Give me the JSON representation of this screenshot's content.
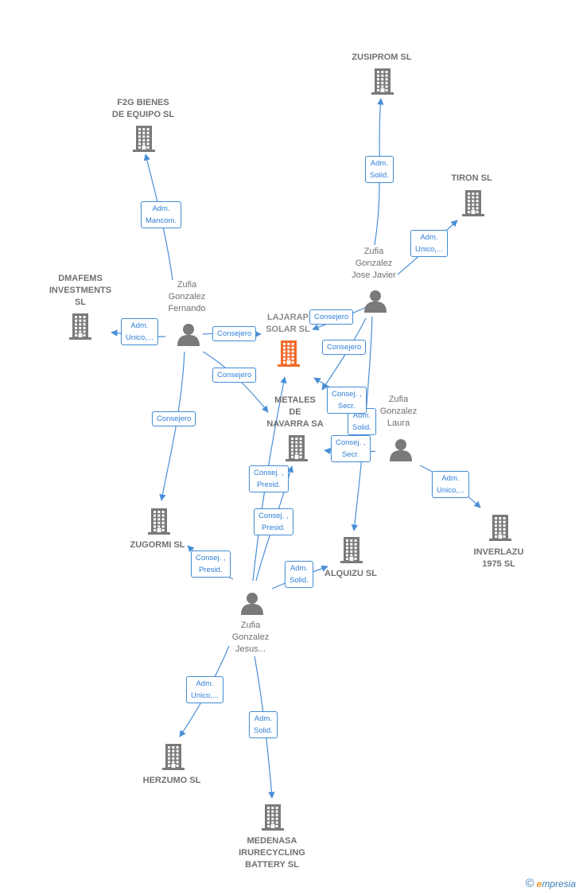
{
  "colors": {
    "edge": "#4a8fd6",
    "node_company": "#7a7a7a",
    "node_person": "#7a7a7a",
    "node_main": "#f26b2b",
    "edge_label_text": "#2f7fd8"
  },
  "nodes": [
    {
      "id": "zusiprom",
      "type": "company",
      "label": "ZUSIPROM  SL",
      "icon": "building-icon"
    },
    {
      "id": "f2g",
      "type": "company",
      "label": "F2G BIENES\nDE EQUIPO  SL",
      "icon": "building-icon"
    },
    {
      "id": "tiron",
      "type": "company",
      "label": "TIRON  SL",
      "icon": "building-icon"
    },
    {
      "id": "dmafems",
      "type": "company",
      "label": "DMAFEMS\nINVESTMENTS\nSL",
      "icon": "building-icon"
    },
    {
      "id": "lajarap",
      "type": "main",
      "label": "LAJARAP\nSOLAR  SL",
      "icon": "building-icon"
    },
    {
      "id": "metales",
      "type": "company",
      "label": "METALES\nDE\nNAVARRA SA",
      "icon": "building-icon"
    },
    {
      "id": "zugormi",
      "type": "company",
      "label": "ZUGORMI  SL",
      "icon": "building-icon"
    },
    {
      "id": "alquizu",
      "type": "company",
      "label": "ALQUIZU SL",
      "icon": "building-icon"
    },
    {
      "id": "inverlazu",
      "type": "company",
      "label": "INVERLAZU\n1975  SL",
      "icon": "building-icon"
    },
    {
      "id": "herzumo",
      "type": "company",
      "label": "HERZUMO  SL",
      "icon": "building-icon"
    },
    {
      "id": "medenasa",
      "type": "company",
      "label": "MEDENASA\nIRURECYCLING\nBATTERY  SL",
      "icon": "building-icon"
    },
    {
      "id": "fernando",
      "type": "person",
      "label": "Zufia\nGonzalez\nFernando",
      "icon": "person-icon"
    },
    {
      "id": "javier",
      "type": "person",
      "label": "Zufia\nGonzalez\nJose Javier",
      "icon": "person-icon"
    },
    {
      "id": "laura",
      "type": "person",
      "label": "Zufia\nGonzalez\nLaura",
      "icon": "person-icon"
    },
    {
      "id": "jesus",
      "type": "person",
      "label": "Zufia\nGonzalez\nJesus...",
      "icon": "person-icon"
    }
  ],
  "edges": [
    {
      "id": "e1",
      "from": "javier",
      "to": "zusiprom",
      "label": "Adm.\nSolid."
    },
    {
      "id": "e2",
      "from": "javier",
      "to": "tiron",
      "label": "Adm.\nUnico,..."
    },
    {
      "id": "e3",
      "from": "javier",
      "to": "lajarap",
      "label": "Consejero"
    },
    {
      "id": "e4",
      "from": "javier",
      "to": "metales",
      "label": "Consejero"
    },
    {
      "id": "e5",
      "from": "javier",
      "to": "alquizu",
      "label": "Adm.\nSolid."
    },
    {
      "id": "e6",
      "from": "fernando",
      "to": "f2g",
      "label": "Adm.\nMancom."
    },
    {
      "id": "e7",
      "from": "fernando",
      "to": "dmafems",
      "label": "Adm.\nUnico,..."
    },
    {
      "id": "e8",
      "from": "fernando",
      "to": "lajarap",
      "label": "Consejero"
    },
    {
      "id": "e9",
      "from": "fernando",
      "to": "metales",
      "label": "Consejero"
    },
    {
      "id": "e10",
      "from": "fernando",
      "to": "zugormi",
      "label": "Consejero"
    },
    {
      "id": "e11",
      "from": "laura",
      "to": "lajarap",
      "label": "Consej. ,\nSecr."
    },
    {
      "id": "e12",
      "from": "laura",
      "to": "metales",
      "label": "Consej. ,\nSecr."
    },
    {
      "id": "e13",
      "from": "laura",
      "to": "inverlazu",
      "label": "Adm.\nUnico,..."
    },
    {
      "id": "e14",
      "from": "jesus",
      "to": "lajarap",
      "label": "Consej. ,\nPresid."
    },
    {
      "id": "e15",
      "from": "jesus",
      "to": "metales",
      "label": "Consej. ,\nPresid."
    },
    {
      "id": "e16",
      "from": "jesus",
      "to": "zugormi",
      "label": "Consej. ,\nPresid."
    },
    {
      "id": "e17",
      "from": "jesus",
      "to": "alquizu",
      "label": "Adm.\nSolid."
    },
    {
      "id": "e18",
      "from": "jesus",
      "to": "herzumo",
      "label": "Adm.\nUnico,..."
    },
    {
      "id": "e19",
      "from": "jesus",
      "to": "medenasa",
      "label": "Adm.\nSolid."
    }
  ],
  "brand": {
    "copyright": "©",
    "e": "e",
    "rest": "mpresia"
  }
}
